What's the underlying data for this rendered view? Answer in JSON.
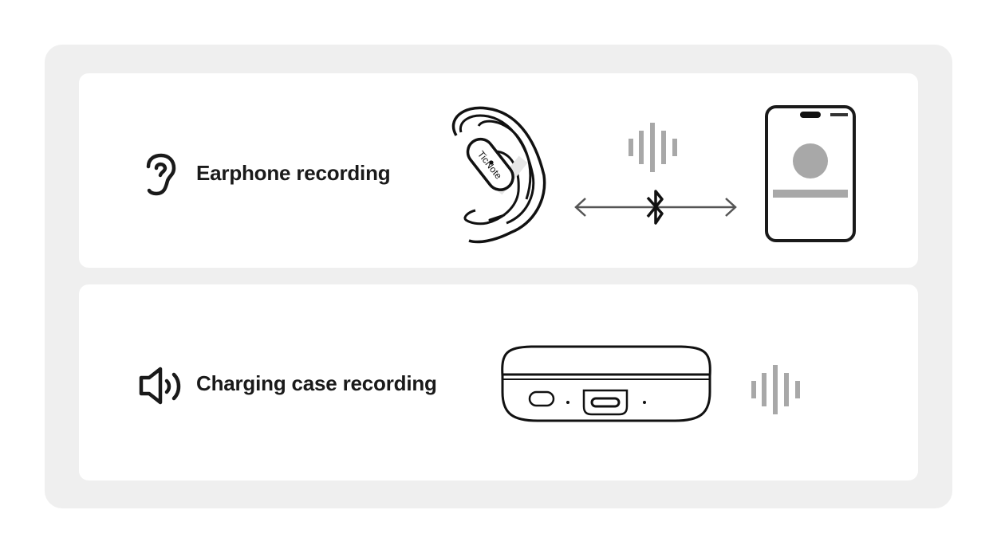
{
  "rows": [
    {
      "label": "Earphone recording",
      "icon": "ear-icon",
      "device": "earphone",
      "brand": "TicNote",
      "link": "bluetooth"
    },
    {
      "label": "Charging case recording",
      "icon": "speaker-icon",
      "device": "charging-case"
    }
  ],
  "colors": {
    "background": "#efefef",
    "card": "#ffffff",
    "text": "#1a1a1a",
    "wave": "#a8a8a8"
  }
}
